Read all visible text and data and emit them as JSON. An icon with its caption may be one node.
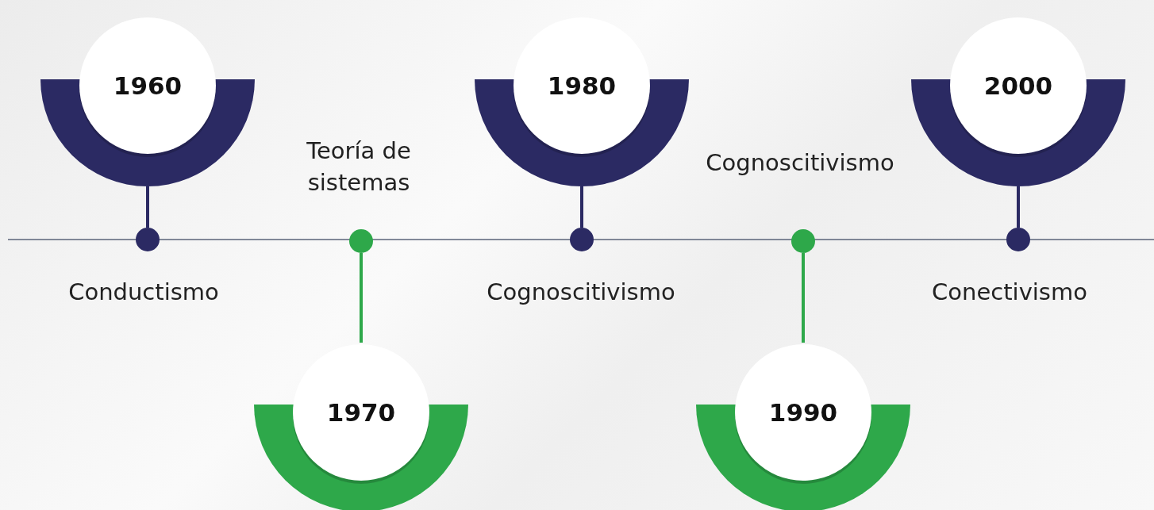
{
  "diagram": {
    "nodes": [
      {
        "text": [
          "1960"
        ]
      },
      {
        "text": [
          "1970"
        ]
      },
      {
        "text": [
          "1980"
        ]
      },
      {
        "text": [
          "1990"
        ]
      },
      {
        "text": [
          "2000"
        ]
      },
      {
        "text": [],
        "shape": "circle"
      },
      {
        "text": [],
        "shape": "circle"
      },
      {
        "text": [],
        "shape": "circle"
      },
      {
        "text": [],
        "shape": "circle"
      },
      {
        "text": [],
        "shape": "circle"
      }
    ],
    "edges": [
      {
        "from": 0,
        "to": 5,
        "arrow": "none"
      },
      {
        "from": 1,
        "to": 6,
        "arrow": "none",
        "color": "#2ea84a"
      },
      {
        "from": 2,
        "to": 7,
        "arrow": "none"
      },
      {
        "from": 3,
        "to": 8,
        "arrow": "none",
        "color": "#2ea84a"
      },
      {
        "from": 4,
        "to": 9,
        "arrow": "none"
      }
    ],
    "labels": [
      "Teoría de sistemas",
      "Cognoscitivismo",
      "Conductismo",
      "Cognoscitivismo",
      "Conectivismo"
    ]
  }
}
